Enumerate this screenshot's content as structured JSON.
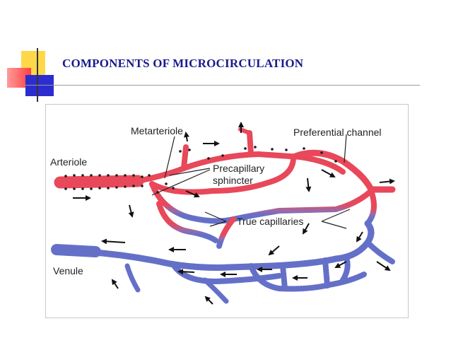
{
  "slide": {
    "title": "COMPONENTS OF  MICROCIRCULATION",
    "accent_colors": {
      "yellow": "#ffd700",
      "red": "#ff3b3b",
      "blue": "#2f2fd0",
      "title": "#1a1a8c"
    }
  },
  "diagram": {
    "labels": {
      "arteriole": "Arteriole",
      "metarteriole": "Metarteriole",
      "preferential_channel": "Preferential channel",
      "precapillary_line1": "Precapillary",
      "precapillary_line2": "sphincter",
      "true_capillaries": "True capillaries",
      "venule": "Venule"
    },
    "colors": {
      "arterial": "#e8485a",
      "venous": "#6470c8",
      "sphincter_dots": "#1a1a1a",
      "arrows": "#111111"
    }
  }
}
